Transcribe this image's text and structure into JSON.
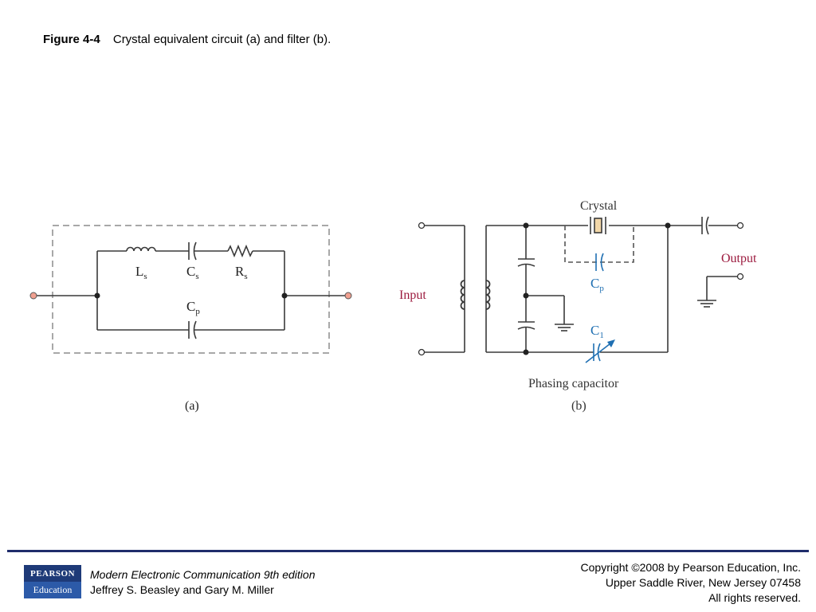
{
  "figure": {
    "number": "Figure 4-4",
    "caption": "Crystal equivalent circuit (a) and filter (b)."
  },
  "circuit_a": {
    "label_ls_main": "L",
    "label_ls_sub": "s",
    "label_cs_main": "C",
    "label_cs_sub": "s",
    "label_rs_main": "R",
    "label_rs_sub": "s",
    "label_cp_main": "C",
    "label_cp_sub": "p",
    "caption": "(a)"
  },
  "circuit_b": {
    "crystal": "Crystal",
    "output": "Output",
    "input": "Input",
    "label_cp_main": "C",
    "label_cp_sub": "p",
    "label_c1_main": "C",
    "label_c1_sub": "1",
    "phasing": "Phasing capacitor",
    "caption": "(b)"
  },
  "colors": {
    "wire": "#3a3a3a",
    "accent_red": "#9c1b3f",
    "accent_blue": "#1f6fb2",
    "terminal_fill": "#f0a090",
    "crystal_fill": "#f2d7a8",
    "dashed_box": "#a8a8a8"
  },
  "footer": {
    "logo_top": "PEARSON",
    "logo_bottom": "Education",
    "book_title": "Modern Electronic Communication 9th edition",
    "book_authors": "Jeffrey S. Beasley and Gary M. Miller",
    "copyright_line1": "Copyright ©2008 by Pearson Education, Inc.",
    "copyright_line2": "Upper Saddle River, New Jersey 07458",
    "copyright_line3": "All rights reserved."
  }
}
